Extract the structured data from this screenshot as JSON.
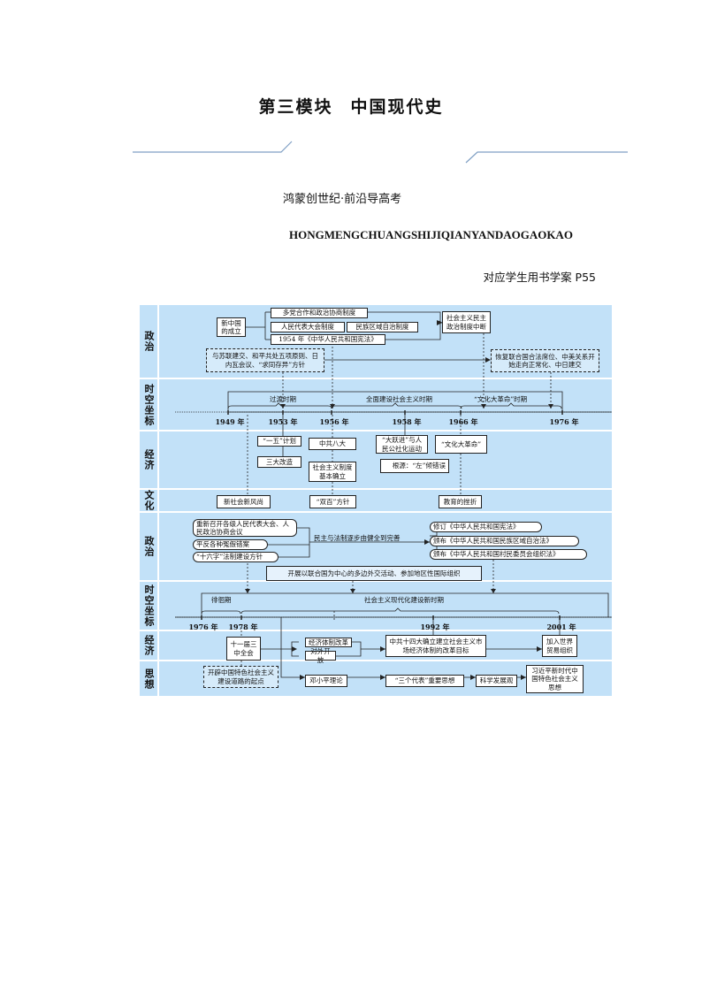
{
  "header": {
    "title_part1": "第三模块",
    "title_part2": "中国现代史",
    "subtitle_cn": "鸿蒙创世纪·前沿导高考",
    "subtitle_pinyin": "HONGMENGCHUANGSHIJIQIANYANDAOGAOKAO",
    "reference": "对应学生用书学案 P55"
  },
  "part1": {
    "rows": [
      "政治",
      "时空坐标",
      "经济",
      "文化"
    ],
    "politics": {
      "founding": "新中国的成立",
      "multiparty": "多党合作和政治协商制度",
      "npc": "人民代表大会制度",
      "regional": "民族区域自治制度",
      "constitution": "1954 年《中华人民共和国宪法》",
      "interrupted": "社会主义民主政治制度中断",
      "diplomacy1": "与苏联建交、和平共处五项原则、日内瓦会议、“求同存异”方针",
      "diplomacy2": "恢复联合国合法席位、中美关系开始走向正常化、中日建交"
    },
    "periods": [
      "过渡时期",
      "全面建设社会主义时期",
      "“文化大革命”时期"
    ],
    "years": [
      "1949 年",
      "1953 年",
      "1956 年",
      "1958 年",
      "1966 年",
      "1976 年"
    ],
    "economy": {
      "five_year": "“一五”计划",
      "three_reforms": "三大改造",
      "eighth_congress": "中共八大",
      "system_established": "社会主义制度基本确立",
      "great_leap": "“大跃进”与人民公社化运动",
      "root_cause": "根源：“左”倾错误",
      "cultural_revolution": "“文化大革命”"
    },
    "culture": {
      "new_customs": "新社会新风尚",
      "double_hundred": "“双百”方针",
      "education_setback": "教育的挫折"
    }
  },
  "part2": {
    "rows": [
      "政治",
      "时空坐标",
      "经济",
      "思想"
    ],
    "politics": {
      "reconvene": "重新召开各级人民代表大会、人民政治协商会议",
      "rehabilitate": "平反各种冤假错案",
      "sixteen_char": "“十六字”法制建设方针",
      "democracy_law": "民主与法制逐步由健全到完善",
      "revise_constitution": "修订《中华人民共和国宪法》",
      "regional_law": "颁布《中华人民共和国民族区域自治法》",
      "village_law": "颁布《中华人民共和国村民委员会组织法》",
      "multilateral": "开展以联合国为中心的多边外交活动、参加地区性国际组织"
    },
    "periods": [
      "徘徊期",
      "社会主义现代化建设新时期"
    ],
    "years": [
      "1976 年",
      "1978 年",
      "1992 年",
      "2001 年"
    ],
    "economy": {
      "third_plenum": "十一届三中全会",
      "system_reform": "经济体制改革",
      "opening_up": "对外开放",
      "fourteenth_congress": "中共十四大确立建立社会主义市场经济体制的改革目标",
      "wto": "加入世界贸易组织"
    },
    "thought": {
      "starting_point": "开辟中国特色社会主义建设道路的起点",
      "deng": "邓小平理论",
      "three_represents": "“三个代表”重要思想",
      "scientific": "科学发展观",
      "xi": "习近平新时代中国特色社会主义思想"
    }
  },
  "colors": {
    "diagram_bg": "#c2e1f8",
    "header_rule": "#7f9fc4"
  }
}
